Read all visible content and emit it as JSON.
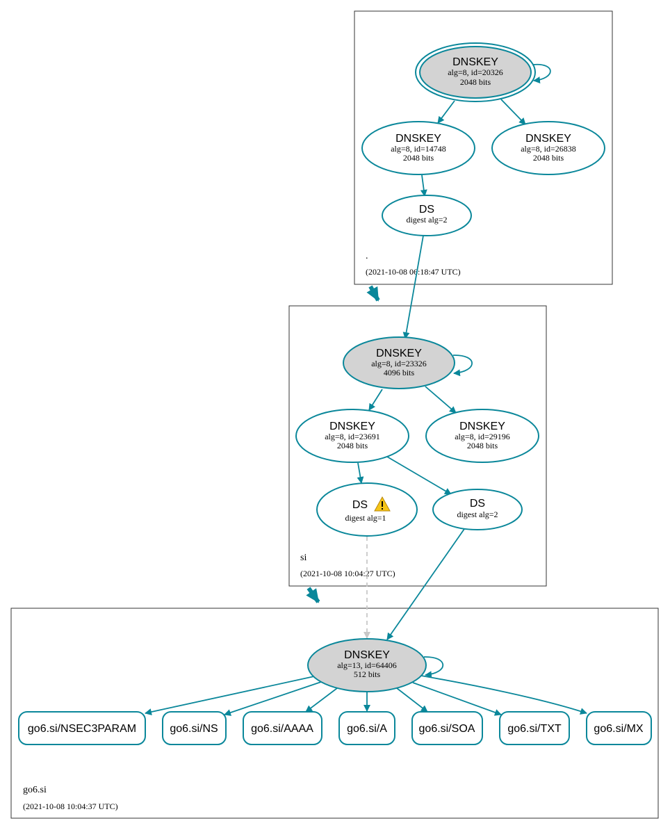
{
  "zones": {
    "root": {
      "name": ".",
      "timestamp": "(2021-10-08 06:18:47 UTC)"
    },
    "si": {
      "name": "si",
      "timestamp": "(2021-10-08 10:04:27 UTC)"
    },
    "go6": {
      "name": "go6.si",
      "timestamp": "(2021-10-08 10:04:37 UTC)"
    }
  },
  "nodes": {
    "root_ksk": {
      "title": "DNSKEY",
      "line1": "alg=8, id=20326",
      "line2": "2048 bits"
    },
    "root_zsk1": {
      "title": "DNSKEY",
      "line1": "alg=8, id=14748",
      "line2": "2048 bits"
    },
    "root_zsk2": {
      "title": "DNSKEY",
      "line1": "alg=8, id=26838",
      "line2": "2048 bits"
    },
    "root_ds": {
      "title": "DS",
      "line1": "digest alg=2"
    },
    "si_ksk": {
      "title": "DNSKEY",
      "line1": "alg=8, id=23326",
      "line2": "4096 bits"
    },
    "si_zsk1": {
      "title": "DNSKEY",
      "line1": "alg=8, id=23691",
      "line2": "2048 bits"
    },
    "si_zsk2": {
      "title": "DNSKEY",
      "line1": "alg=8, id=29196",
      "line2": "2048 bits"
    },
    "si_ds1": {
      "title": "DS",
      "line1": "digest alg=1"
    },
    "si_ds2": {
      "title": "DS",
      "line1": "digest alg=2"
    },
    "go6_key": {
      "title": "DNSKEY",
      "line1": "alg=13, id=64406",
      "line2": "512 bits"
    }
  },
  "rrsets": [
    "go6.si/NSEC3PARAM",
    "go6.si/NS",
    "go6.si/AAAA",
    "go6.si/A",
    "go6.si/SOA",
    "go6.si/TXT",
    "go6.si/MX"
  ],
  "colors": {
    "edge": "#0a879a",
    "ksk_fill": "#d3d3d3",
    "dashed_edge": "#c8c8c8",
    "warning": "#f5c518"
  },
  "icons": {
    "warning": "warning-icon"
  }
}
